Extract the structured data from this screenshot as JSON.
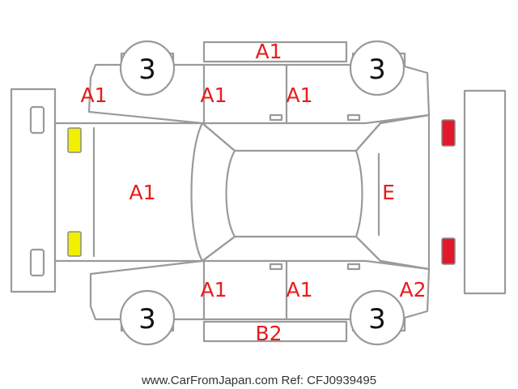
{
  "diagram": {
    "tire_labels": [
      "3",
      "3",
      "3",
      "3"
    ],
    "damage_codes": {
      "roof_edge_top": "A1",
      "front_left_fender": "A1",
      "front_left_door": "A1",
      "rear_left_door": "A1",
      "hood": "A1",
      "tailgate": "E",
      "front_right_door": "A1",
      "rear_right_door": "A1",
      "rear_right_quarter": "A2",
      "rocker_bottom": "B2"
    },
    "colors": {
      "outline": "#9a9a9a",
      "code_text": "#e81c1c",
      "front_lamp": "#f0f000",
      "rear_lamp": "#e3182a"
    }
  },
  "footer": {
    "credit": "www.CarFromJapan.com Ref: CFJ0939495"
  }
}
